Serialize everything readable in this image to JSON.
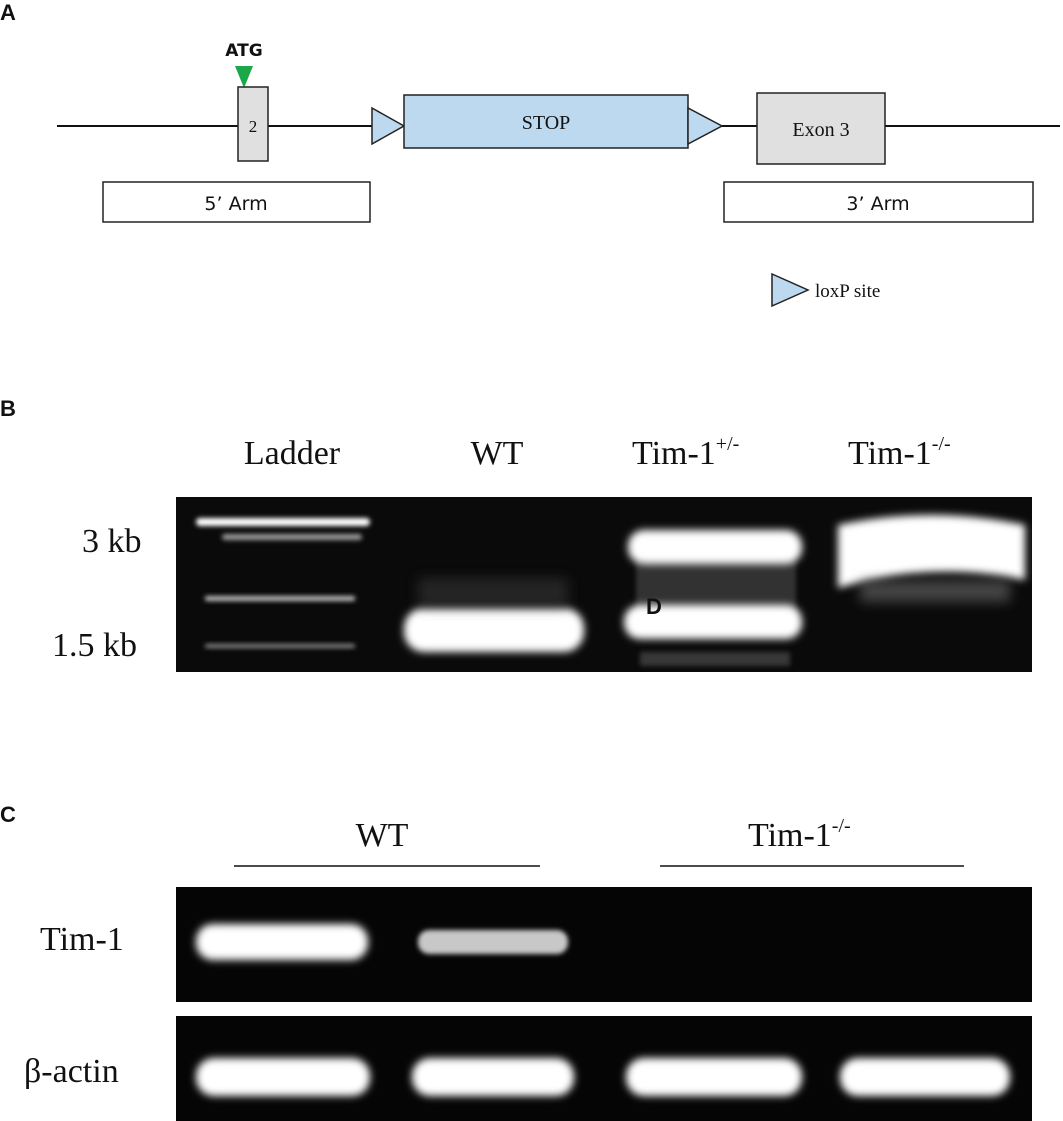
{
  "panels": {
    "a": {
      "letter": "A",
      "atg_label": "ATG",
      "exon2_label": "2",
      "stop_label": "STOP",
      "exon3_label": "Exon 3",
      "arm5_label": "5’ Arm",
      "arm3_label": "3’ Arm",
      "legend_label": "loxP site",
      "colors": {
        "loxp": "#bcd9ef",
        "stop": "#bcd9ef",
        "exon": "#e0e0e0",
        "atg": "#1aa84a"
      }
    },
    "b": {
      "letter": "B",
      "lane_labels": [
        {
          "text": "Ladder",
          "sup": ""
        },
        {
          "text": "WT",
          "sup": ""
        },
        {
          "text": "Tim-1",
          "sup": "+/-"
        },
        {
          "text": "Tim-1",
          "sup": "-/-"
        }
      ],
      "size_markers": [
        "3 kb",
        "1.5 kb"
      ],
      "overlay_letter": "D"
    },
    "c": {
      "letter": "C",
      "group_labels": [
        {
          "text": "WT",
          "sup": ""
        },
        {
          "text": "Tim-1",
          "sup": "-/-"
        }
      ],
      "row_labels": [
        "Tim-1",
        "β-actin"
      ]
    }
  }
}
